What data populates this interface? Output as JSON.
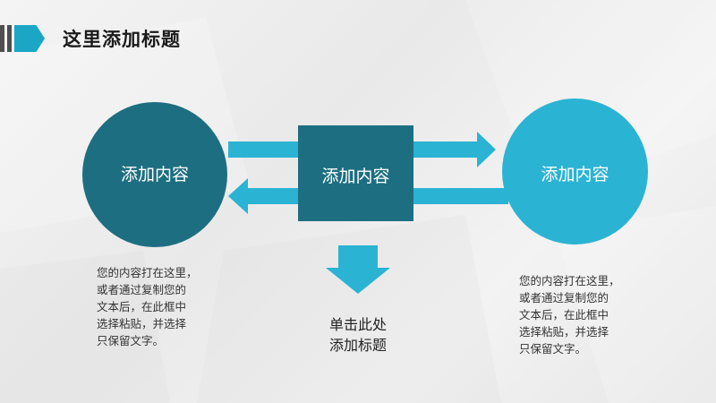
{
  "slide": {
    "title": "这里添加标题"
  },
  "nodes": {
    "left_circle": "添加内容",
    "center_box": "添加内容",
    "right_circle": "添加内容"
  },
  "notes": {
    "left": [
      "您的内容打在这里，",
      "或者通过复制您的",
      "文本后，在此框中",
      "选择粘贴，并选择",
      "只保留文字。"
    ],
    "right": [
      "您的内容打在这里，",
      "或者通过复制您的",
      "文本后，在此框中",
      "选择粘贴，并选择",
      "只保留文字。"
    ]
  },
  "call_to_action": {
    "line1": "单击此处",
    "line2": "添加标题"
  },
  "colors": {
    "dark_teal": "#1e6e81",
    "light_teal": "#2bb3d3",
    "accent": "#1ba6c6"
  }
}
